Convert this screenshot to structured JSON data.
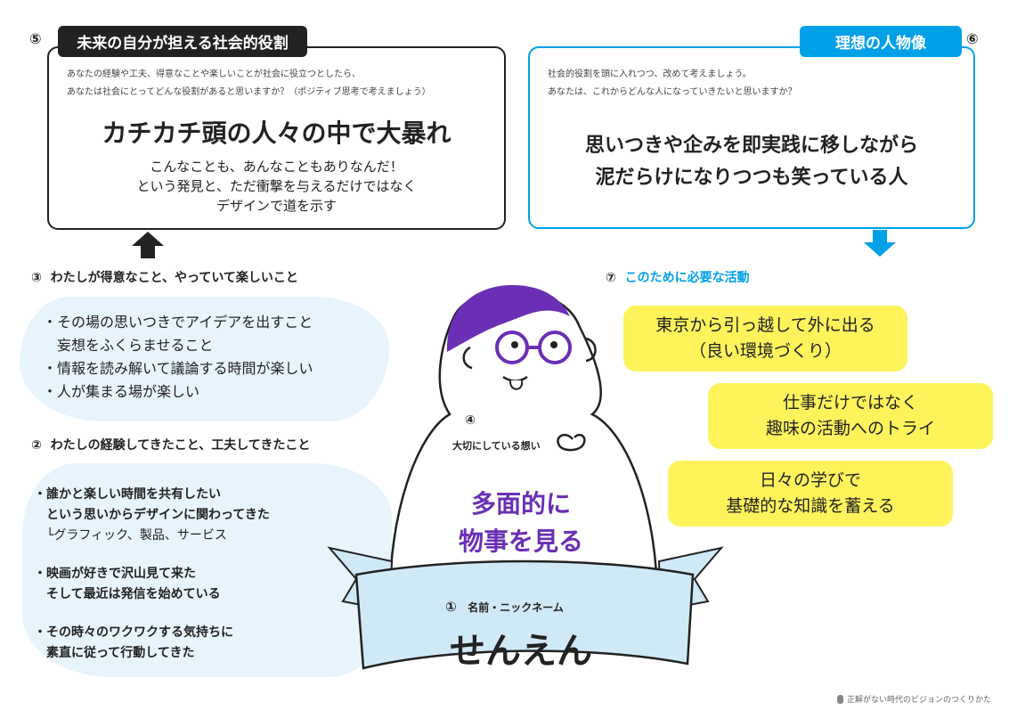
{
  "section5": {
    "num": "⑤",
    "title": "未来の自分が担える社会的役割",
    "prompt1": "あなたの経験や工夫、得意なことや楽しいことが社会に役立つとしたら、",
    "prompt2": "あなたは社会にとってどんな役割があると思いますか？（ポジティブ思考で考えましょう）",
    "answer": "カチカチ頭の人々の中で大暴れ",
    "sub1": "こんなことも、あんなこともありなんだ！",
    "sub2": "という発見と、ただ衝撃を与えるだけではなく",
    "sub3": "デザインで道を示す"
  },
  "section6": {
    "num": "⑥",
    "title": "理想の人物像",
    "prompt1": "社会的役割を頭に入れつつ、改めて考えましょう。",
    "prompt2": "あなたは、これからどんな人になっていきたいと思いますか？",
    "answer1": "思いつきや企みを即実践に移しながら",
    "answer2": "泥だらけになりつつも笑っている人"
  },
  "section3": {
    "num": "③",
    "title": "わたしが得意なこと、やっていて楽しいこと",
    "items": [
      "・その場の思いつきでアイデアを出すこと",
      "　妄想をふくらませること",
      "・情報を読み解いて議論する時間が楽しい",
      "・人が集まる場が楽しい"
    ]
  },
  "section2": {
    "num": "②",
    "title": "わたしの経験してきたこと、工夫してきたこと",
    "items": [
      "・誰かと楽しい時間を共有したい",
      "　という思いからデザインに関わってきた",
      "　└グラフィック、製品、サービス",
      "・映画が好きで沢山見て来た",
      "　そして最近は発信を始めている",
      "・その時々のワクワクする気持ちに",
      "　素直に従って行動してきた"
    ]
  },
  "section7": {
    "num": "⑦",
    "title": "このために必要な活動",
    "activities": [
      {
        "l1": "東京から引っ越して外に出る",
        "l2": "（良い環境づくり）"
      },
      {
        "l1": "仕事だけではなく",
        "l2": "趣味の活動へのトライ"
      },
      {
        "l1": "日々の学びで",
        "l2": "基礎的な知識を蓄える"
      }
    ]
  },
  "section4": {
    "num": "④",
    "title": "大切にしている想い",
    "line1": "多面的に",
    "line2": "物事を見る"
  },
  "section1": {
    "num": "①",
    "title": "名前・ニックネーム",
    "name": "せんえん"
  },
  "footer": "正解がない時代のビジョンのつくりかた",
  "colors": {
    "blue": "#00a0e9",
    "purple": "#6a2fb5",
    "yellow": "#fff35c",
    "light": "#e8f4fc"
  }
}
